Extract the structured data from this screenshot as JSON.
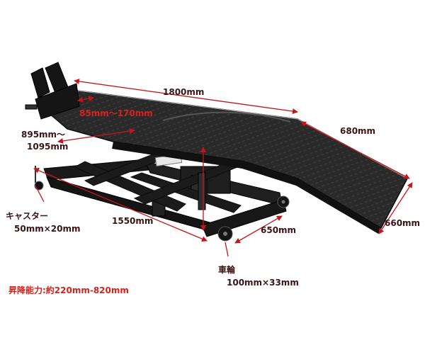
{
  "colors": {
    "dimension_line": "#c4151b",
    "label_text": "#3a1414",
    "highlight_text": "#d6221c",
    "lift_body": "#1c1c1c"
  },
  "dimensions": {
    "length_total": "1800mm",
    "wheel_clamp_adjust": "85mm～170mm",
    "height_range_line1": "895mm～",
    "height_range_line2": "1095mm",
    "ramp_length": "680mm",
    "frame_length": "1550mm",
    "frame_width": "650mm",
    "ramp_width": "660mm"
  },
  "caster": {
    "title": "キャスター",
    "size": "50mm×20mm"
  },
  "wheel": {
    "title": "車輪",
    "size": "100mm×33mm"
  },
  "lift_capacity": "昇降能力:約220mm-820mm"
}
